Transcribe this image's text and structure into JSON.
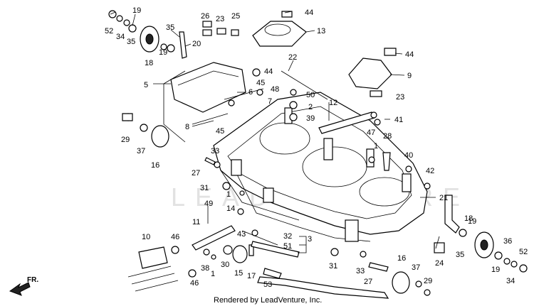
{
  "diagram": {
    "watermark": "LEADVENTURE",
    "footer": "Rendered by LeadVenture, Inc.",
    "direction_label": "FR.",
    "callouts": [
      "52",
      "34",
      "19",
      "35",
      "18",
      "19",
      "35",
      "20",
      "26",
      "23",
      "25",
      "44",
      "13",
      "44",
      "22",
      "44",
      "9",
      "5",
      "6",
      "45",
      "48",
      "7",
      "50",
      "2",
      "39",
      "12",
      "41",
      "47",
      "23",
      "8",
      "45",
      "29",
      "37",
      "16",
      "33",
      "27",
      "31",
      "1",
      "49",
      "14",
      "43",
      "11",
      "10",
      "46",
      "38",
      "1",
      "30",
      "15",
      "17",
      "53",
      "32",
      "3",
      "51",
      "31",
      "28",
      "1",
      "40",
      "42",
      "21",
      "18",
      "36",
      "52",
      "19",
      "35",
      "24",
      "33",
      "27",
      "16",
      "37",
      "29",
      "19",
      "34",
      "46"
    ]
  }
}
